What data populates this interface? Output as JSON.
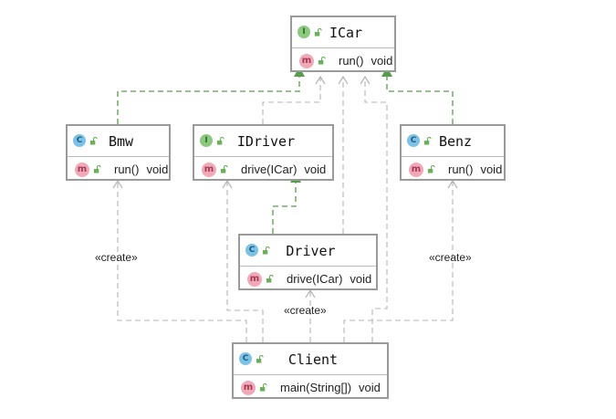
{
  "diagram": {
    "colors": {
      "realize": "#5a9a4e",
      "dependency": "#b4b4b4",
      "border": "#9a9a9a"
    },
    "nodes": {
      "icar": {
        "name": "ICar",
        "kind_icon": "interface-icon",
        "kind_letter": "I",
        "method": "run()",
        "return_type": "void"
      },
      "bmw": {
        "name": "Bmw",
        "kind_icon": "class-icon",
        "kind_letter": "C",
        "method": "run()",
        "return_type": "void"
      },
      "idriver": {
        "name": "IDriver",
        "kind_icon": "interface-icon",
        "kind_letter": "I",
        "method": "drive(ICar)",
        "return_type": "void"
      },
      "benz": {
        "name": "Benz",
        "kind_icon": "class-icon",
        "kind_letter": "C",
        "method": "run()",
        "return_type": "void"
      },
      "driver": {
        "name": "Driver",
        "kind_icon": "class-icon",
        "kind_letter": "C",
        "method": "drive(ICar)",
        "return_type": "void"
      },
      "client": {
        "name": "Client",
        "kind_icon": "class-icon",
        "kind_letter": "C",
        "method": "main(String[])",
        "return_type": "void"
      }
    },
    "method_letter": "m",
    "edge_labels": {
      "create_bmw": "«create»",
      "create_benz": "«create»",
      "create_driver": "«create»"
    }
  }
}
